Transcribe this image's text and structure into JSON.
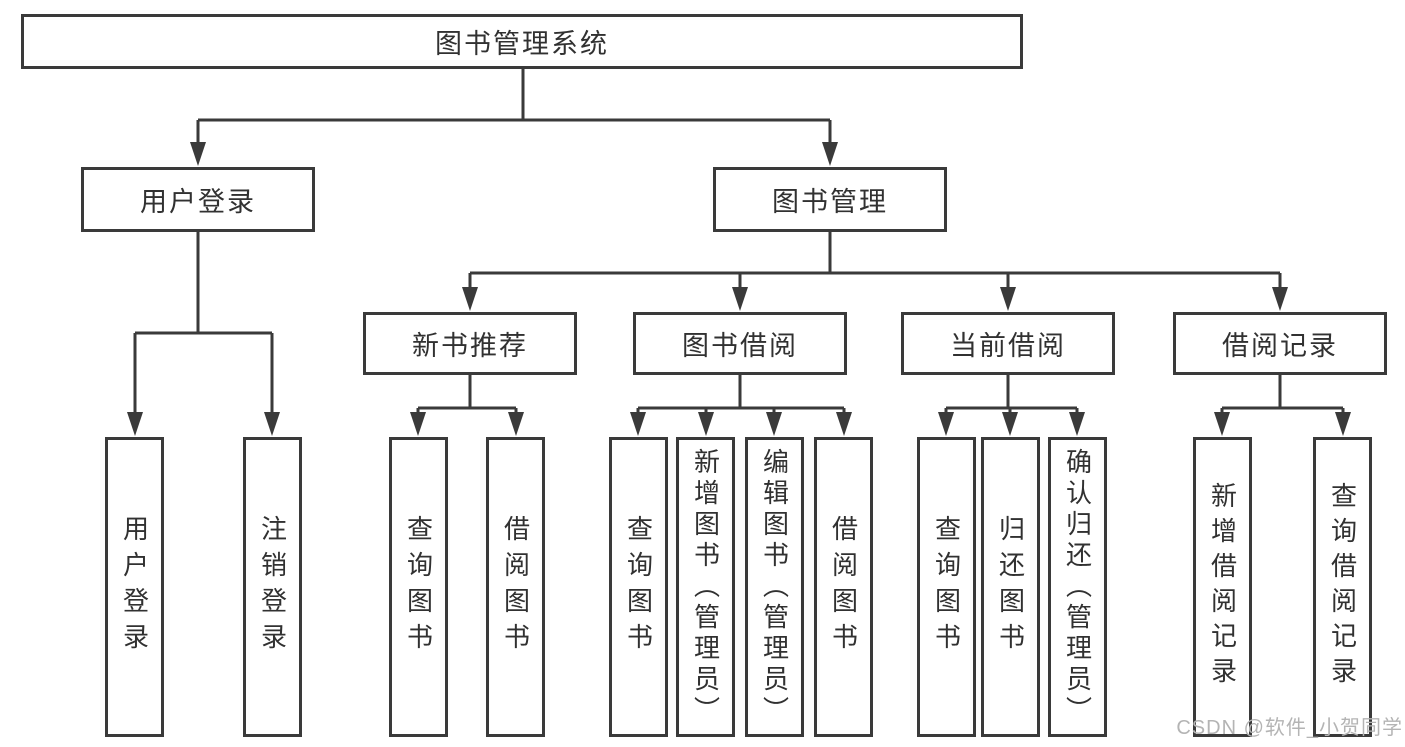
{
  "diagram": {
    "root": {
      "label": "图书管理系统"
    },
    "level2": [
      {
        "label": "用户登录"
      },
      {
        "label": "图书管理"
      }
    ],
    "level3": [
      {
        "label": "新书推荐",
        "parent": "图书管理"
      },
      {
        "label": "图书借阅",
        "parent": "图书管理"
      },
      {
        "label": "当前借阅",
        "parent": "图书管理"
      },
      {
        "label": "借阅记录",
        "parent": "图书管理"
      }
    ],
    "leaves": [
      {
        "label": "用户登录",
        "parent": "用户登录"
      },
      {
        "label": "注销登录",
        "parent": "用户登录"
      },
      {
        "label": "查询图书",
        "parent": "新书推荐"
      },
      {
        "label": "借阅图书",
        "parent": "新书推荐"
      },
      {
        "label": "查询图书",
        "parent": "图书借阅"
      },
      {
        "label": "新增图书（管理员）",
        "parent": "图书借阅"
      },
      {
        "label": "编辑图书（管理员）",
        "parent": "图书借阅"
      },
      {
        "label": "借阅图书",
        "parent": "图书借阅"
      },
      {
        "label": "查询图书",
        "parent": "当前借阅"
      },
      {
        "label": "归还图书",
        "parent": "当前借阅"
      },
      {
        "label": "确认归还（管理员）",
        "parent": "当前借阅"
      },
      {
        "label": "新增借阅记录",
        "parent": "借阅记录"
      },
      {
        "label": "查询借阅记录",
        "parent": "借阅记录"
      }
    ],
    "watermark": "CSDN @软件_小贺同学",
    "colors": {
      "line": "#3a3a3a",
      "text": "#313131",
      "watermark": "#b4b4b4",
      "background": "#ffffff"
    }
  }
}
